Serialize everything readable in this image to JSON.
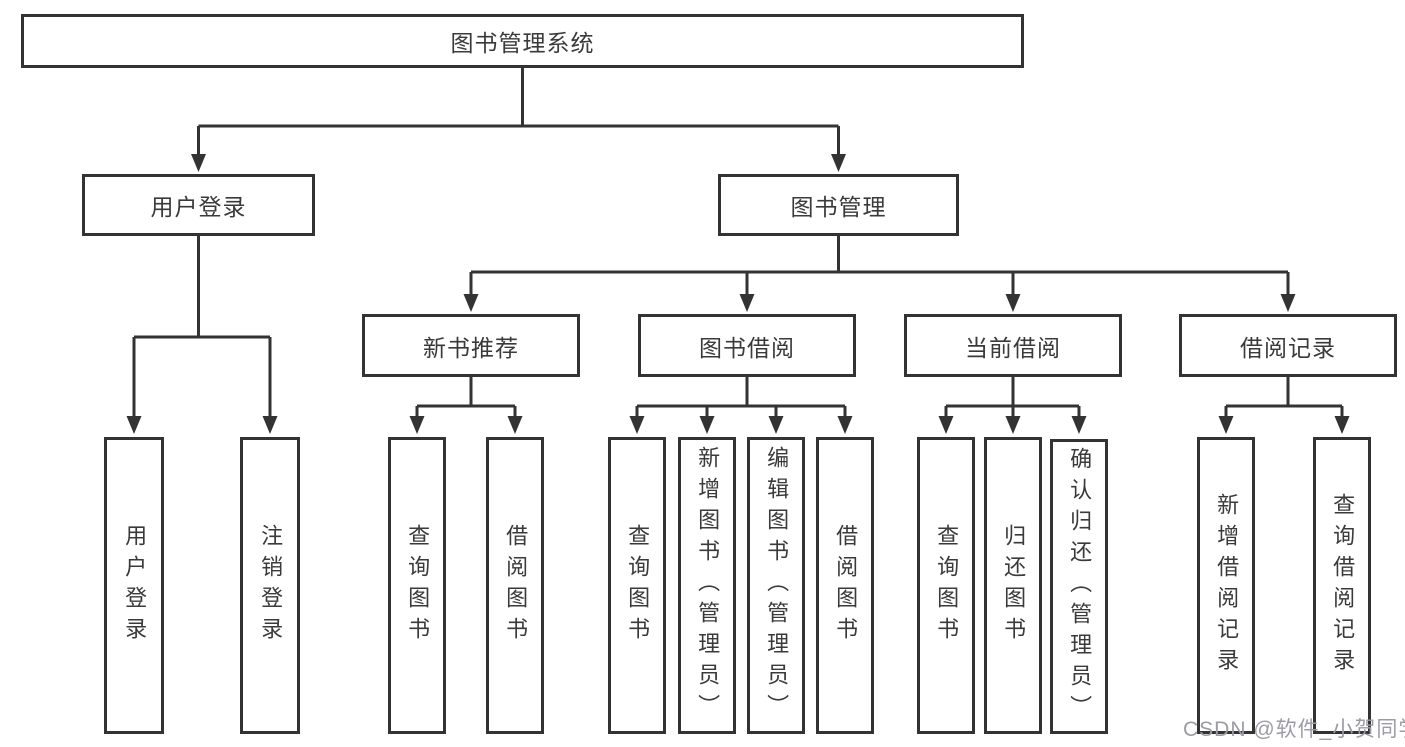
{
  "title": "图书管理系统",
  "level2": {
    "login": {
      "label": "用户登录"
    },
    "mgmt": {
      "label": "图书管理"
    }
  },
  "level3": [
    {
      "label": "新书推荐"
    },
    {
      "label": "图书借阅"
    },
    {
      "label": "当前借阅"
    },
    {
      "label": "借阅记录"
    }
  ],
  "leaves": {
    "login": [
      "用户登录",
      "注销登录"
    ],
    "recommend": [
      "查询图书",
      "借阅图书"
    ],
    "borrow": [
      "查询图书",
      "新增图书（管理员）",
      "编辑图书（管理员）",
      "借阅图书"
    ],
    "current": [
      "查询图书",
      "归还图书",
      "确认归还（管理员）"
    ],
    "records": [
      "新增借阅记录",
      "查询借阅记录"
    ]
  },
  "watermark": "CSDN @软件_小贺同学",
  "colors": {
    "line": "#333333",
    "text": "#3a3a3a",
    "watermark": "#9c9ca4",
    "background": "#ffffff"
  }
}
